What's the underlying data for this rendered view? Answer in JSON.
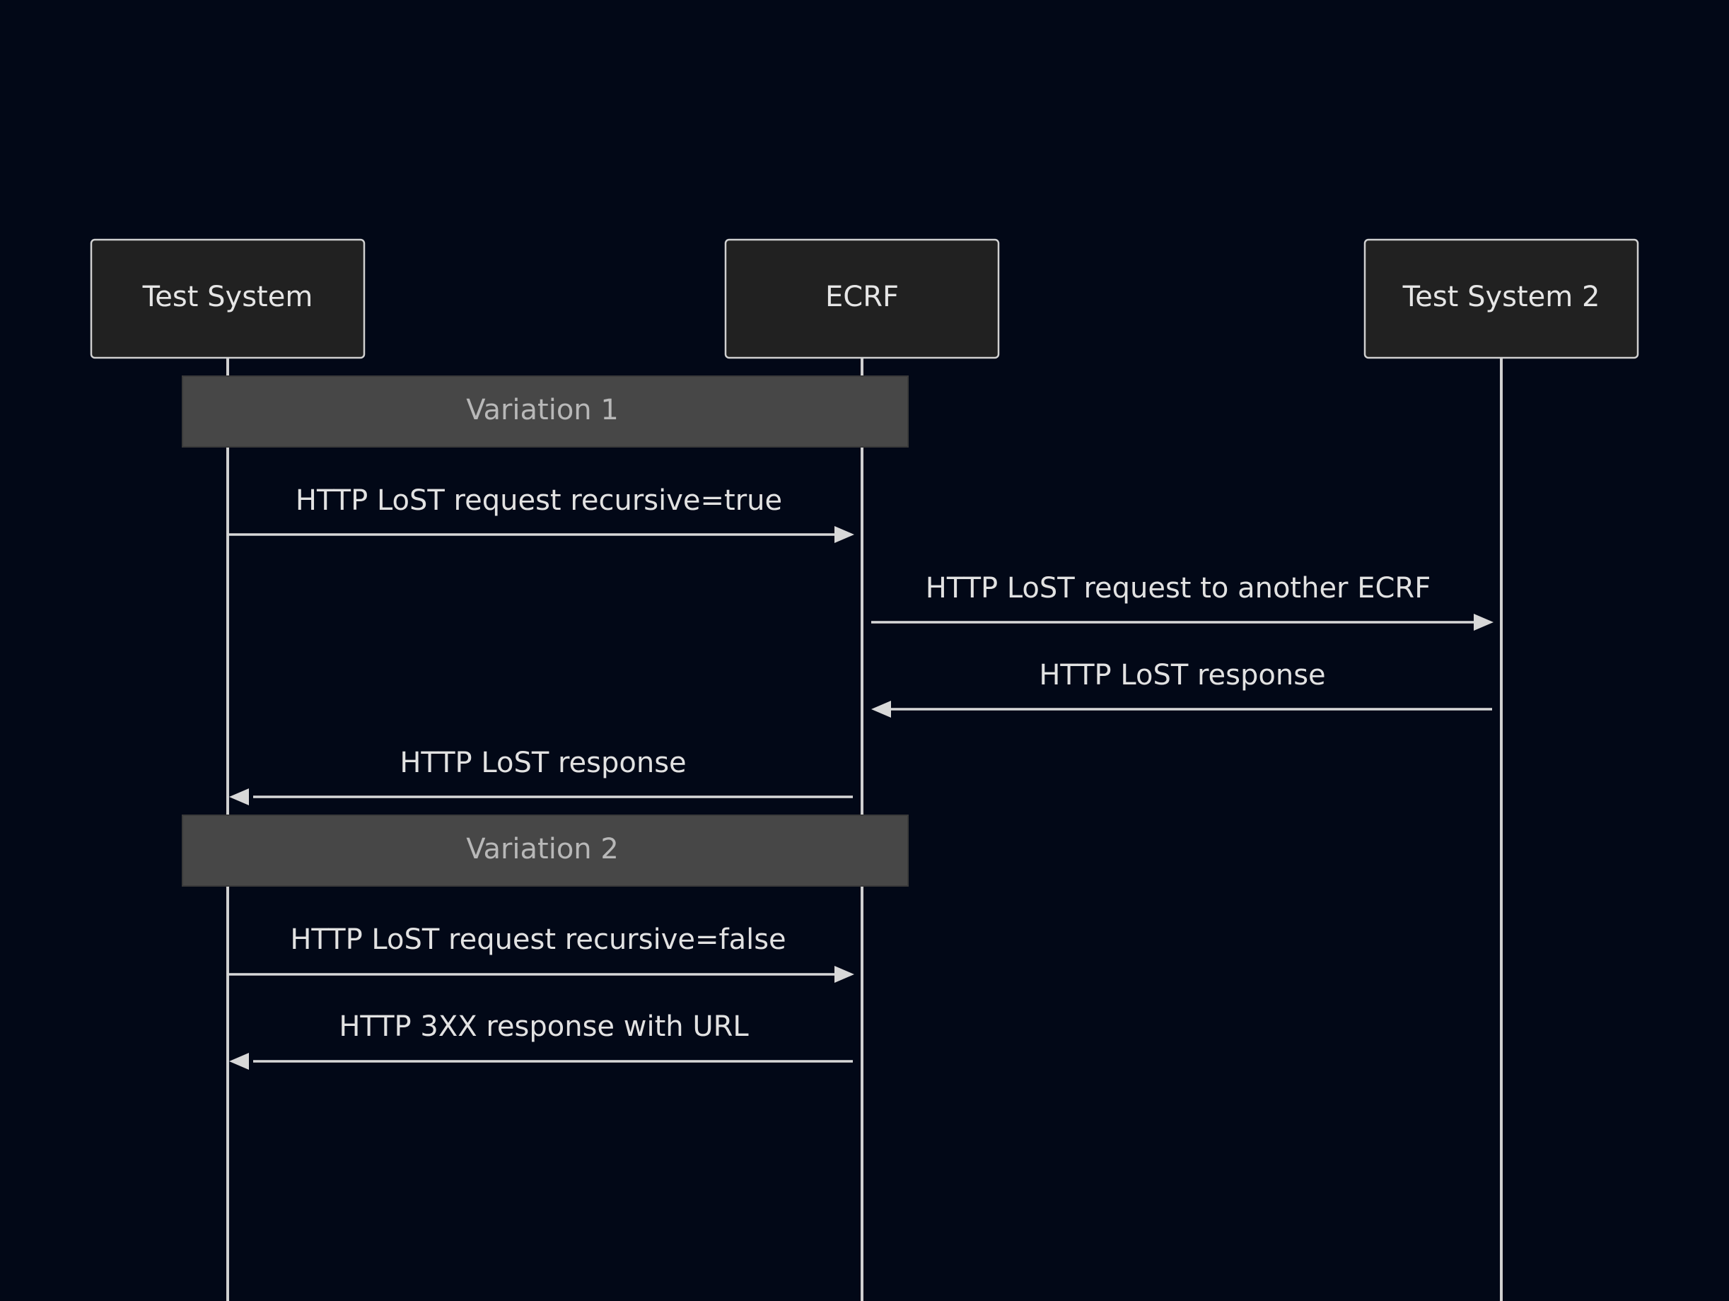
{
  "diagram": {
    "type": "sequence",
    "participants": [
      {
        "id": "ts",
        "label": "Test System"
      },
      {
        "id": "ecrf",
        "label": "ECRF"
      },
      {
        "id": "ts2",
        "label": "Test System 2"
      }
    ],
    "notes": [
      {
        "label": "Variation 1",
        "over": [
          "ts",
          "ecrf"
        ]
      },
      {
        "label": "Variation 2",
        "over": [
          "ts",
          "ecrf"
        ]
      }
    ],
    "messages": [
      {
        "from": "ts",
        "to": "ecrf",
        "label": "HTTP LoST request recursive=true"
      },
      {
        "from": "ecrf",
        "to": "ts2",
        "label": "HTTP LoST request to another ECRF"
      },
      {
        "from": "ts2",
        "to": "ecrf",
        "label": "HTTP LoST response"
      },
      {
        "from": "ecrf",
        "to": "ts",
        "label": "HTTP LoST response"
      },
      {
        "from": "ts",
        "to": "ecrf",
        "label": "HTTP LoST request recursive=false"
      },
      {
        "from": "ecrf",
        "to": "ts",
        "label": "HTTP 3XX response with URL"
      }
    ]
  }
}
